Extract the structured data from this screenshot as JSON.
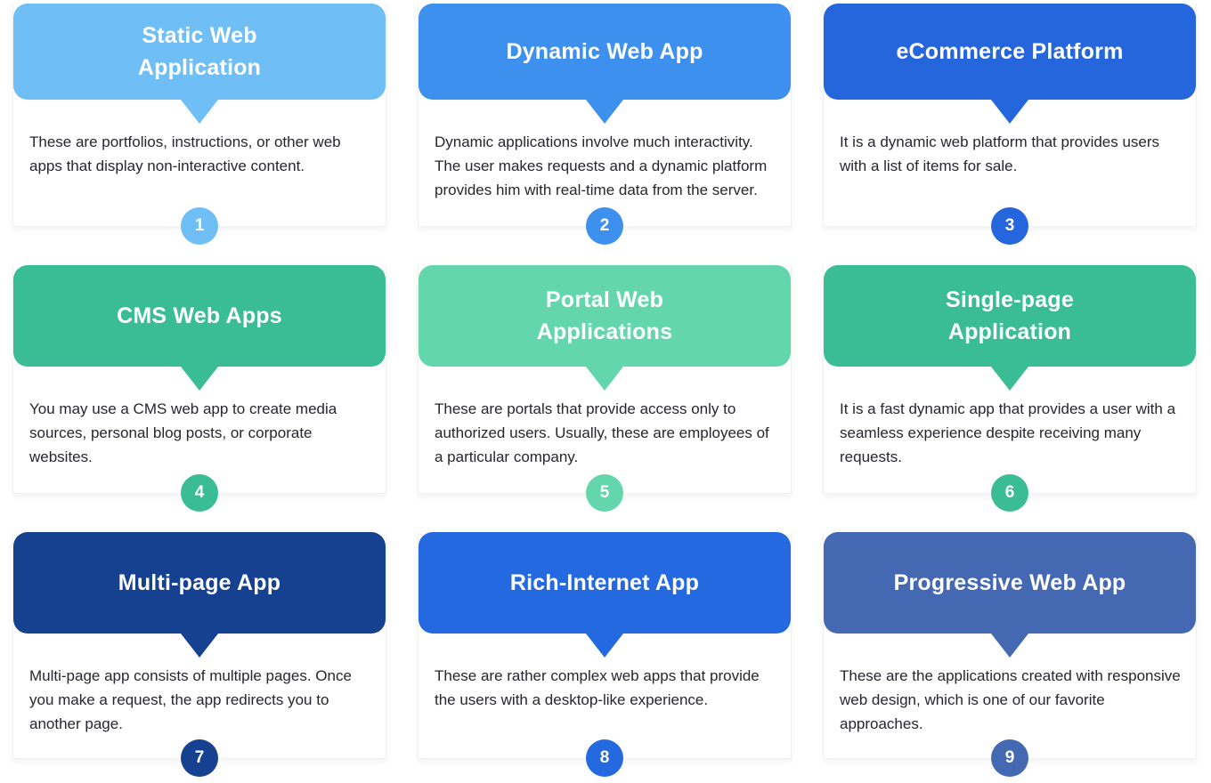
{
  "theme": {
    "page_bg": "#ffffff",
    "card_border": "#f0eff1",
    "title_text": "#ffffff",
    "body_text": "#26262e"
  },
  "cards": [
    {
      "number": "1",
      "title": "Static Web\nApplication",
      "description": "These are portfolios, instructions, or other web apps that display non-interactive content.",
      "color": "#6FBEF5"
    },
    {
      "number": "2",
      "title": "Dynamic Web App",
      "description": "Dynamic applications involve much interactivity. The user makes requests and a dynamic platform provides him with real-time data from the server.",
      "color": "#3E90EF"
    },
    {
      "number": "3",
      "title": "eCommerce Platform",
      "description": "It is a dynamic web platform that provides users with a list of items for sale.",
      "color": "#2566DC"
    },
    {
      "number": "4",
      "title": "CMS Web Apps",
      "description": "You may use a CMS web app to create media sources, personal blog posts, or corporate websites.",
      "color": "#3ABD94"
    },
    {
      "number": "5",
      "title": "Portal Web\nApplications",
      "description": "These are portals that provide access only to authorized users. Usually, these are employees of a particular company.",
      "color": "#64D6AE"
    },
    {
      "number": "6",
      "title": "Single-page\nApplication",
      "description": "It is a fast dynamic app that provides a user with a seamless experience despite receiving many requests.",
      "color": "#3ABD94"
    },
    {
      "number": "7",
      "title": "Multi-page App",
      "description": "Multi-page app consists of multiple pages. Once you make a request, the app redirects you to another page.",
      "color": "#164190"
    },
    {
      "number": "8",
      "title": "Rich-Internet App",
      "description": "These are rather complex web apps that provide the users with a desktop-like experience.",
      "color": "#2569E0"
    },
    {
      "number": "9",
      "title": "Progressive Web App",
      "description": "These are the applications created with responsive web design, which is one of our favorite approaches.",
      "color": "#4469B2"
    }
  ]
}
